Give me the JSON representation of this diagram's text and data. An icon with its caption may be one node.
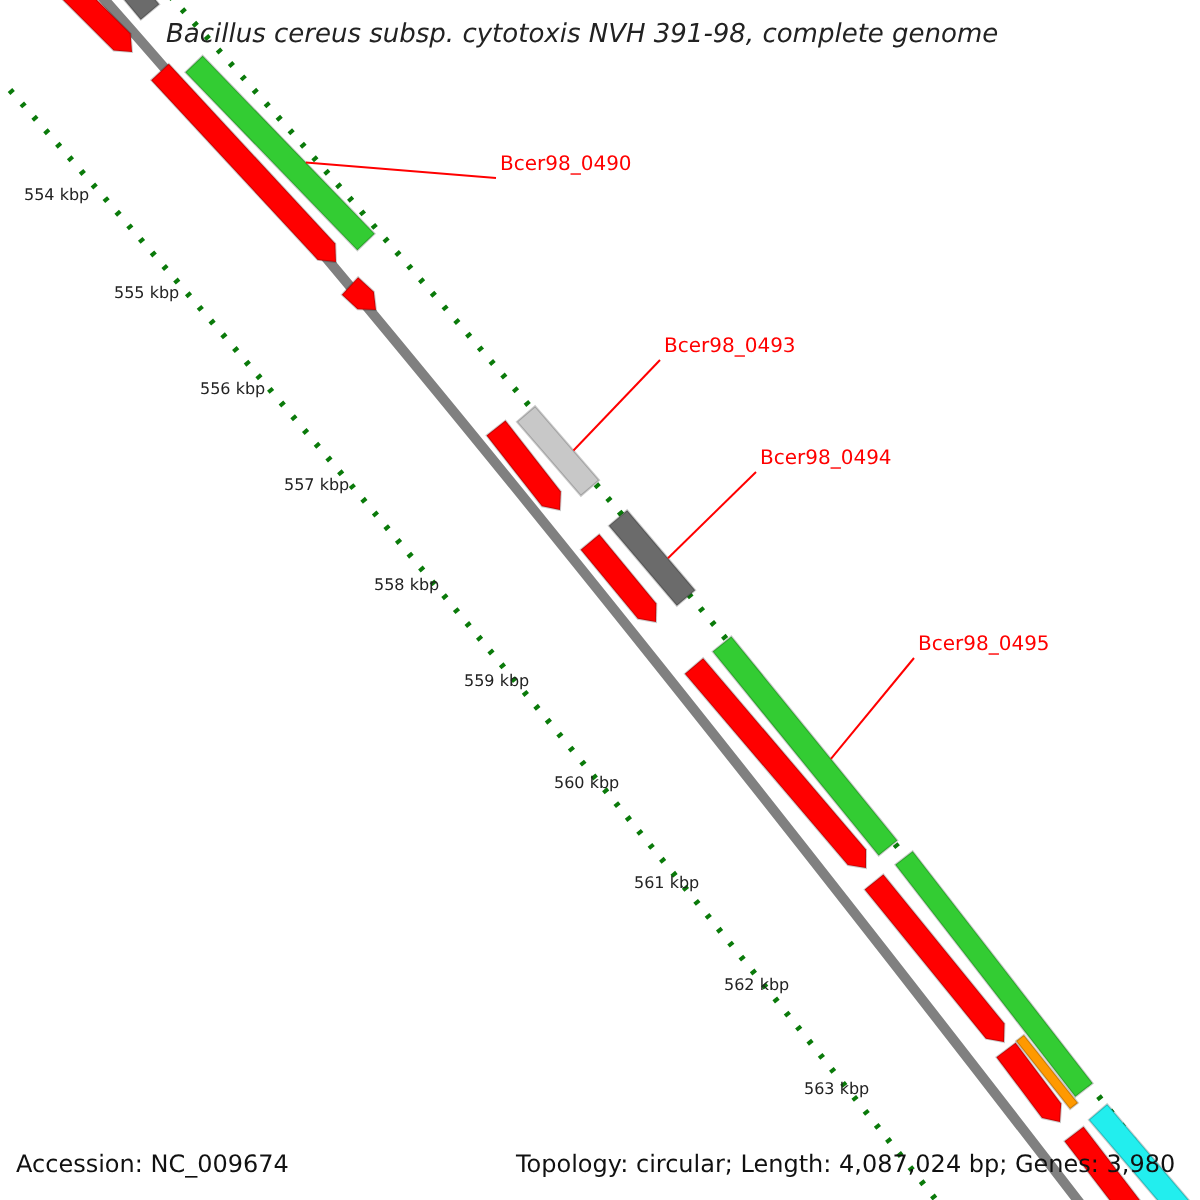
{
  "diagram": {
    "title": "Bacillus cereus subsp. cytotoxis NVH 391-98, complete genome",
    "nodes": [
      {
        "text": [
          "Bcer98_0490"
        ]
      },
      {
        "text": [
          "Bcer98_0493"
        ]
      },
      {
        "text": [
          "Bcer98_0494"
        ]
      },
      {
        "text": [
          "Bcer98_0495"
        ]
      },
      {
        "text": [],
        "shape": "bar"
      },
      {
        "text": [],
        "shape": "arrow"
      },
      {
        "text": [],
        "shape": "arrow"
      },
      {
        "text": [],
        "shape": "bar"
      },
      {
        "text": [],
        "shape": "arrow"
      },
      {
        "text": [],
        "shape": "arrow"
      },
      {
        "text": [],
        "shape": "bar"
      },
      {
        "text": [],
        "shape": "arrow"
      },
      {
        "text": [],
        "shape": "bar"
      },
      {
        "text": [],
        "shape": "arrow"
      },
      {
        "text": [],
        "shape": "bar"
      },
      {
        "text": [],
        "shape": "bar"
      },
      {
        "text": [],
        "shape": "arrow"
      },
      {
        "text": [],
        "shape": "bar"
      },
      {
        "text": [],
        "shape": "arrow"
      },
      {
        "text": [],
        "shape": "bar"
      },
      {
        "text": [],
        "shape": "bar"
      }
    ],
    "edges": [
      {
        "from": 0,
        "to": 7,
        "arrow": "none"
      },
      {
        "from": 1,
        "to": 10,
        "arrow": "none"
      },
      {
        "from": 2,
        "to": 12,
        "arrow": "none"
      },
      {
        "from": 3,
        "to": 14,
        "arrow": "none"
      }
    ],
    "labels": [
      "554 kbp",
      "555 kbp",
      "556 kbp",
      "557 kbp",
      "558 kbp",
      "559 kbp",
      "560 kbp",
      "561 kbp",
      "562 kbp",
      "563 kbp",
      "Accession: NC_009674",
      "Topology: circular; Length: 4,087,024 bp; Genes: 3,980"
    ]
  }
}
